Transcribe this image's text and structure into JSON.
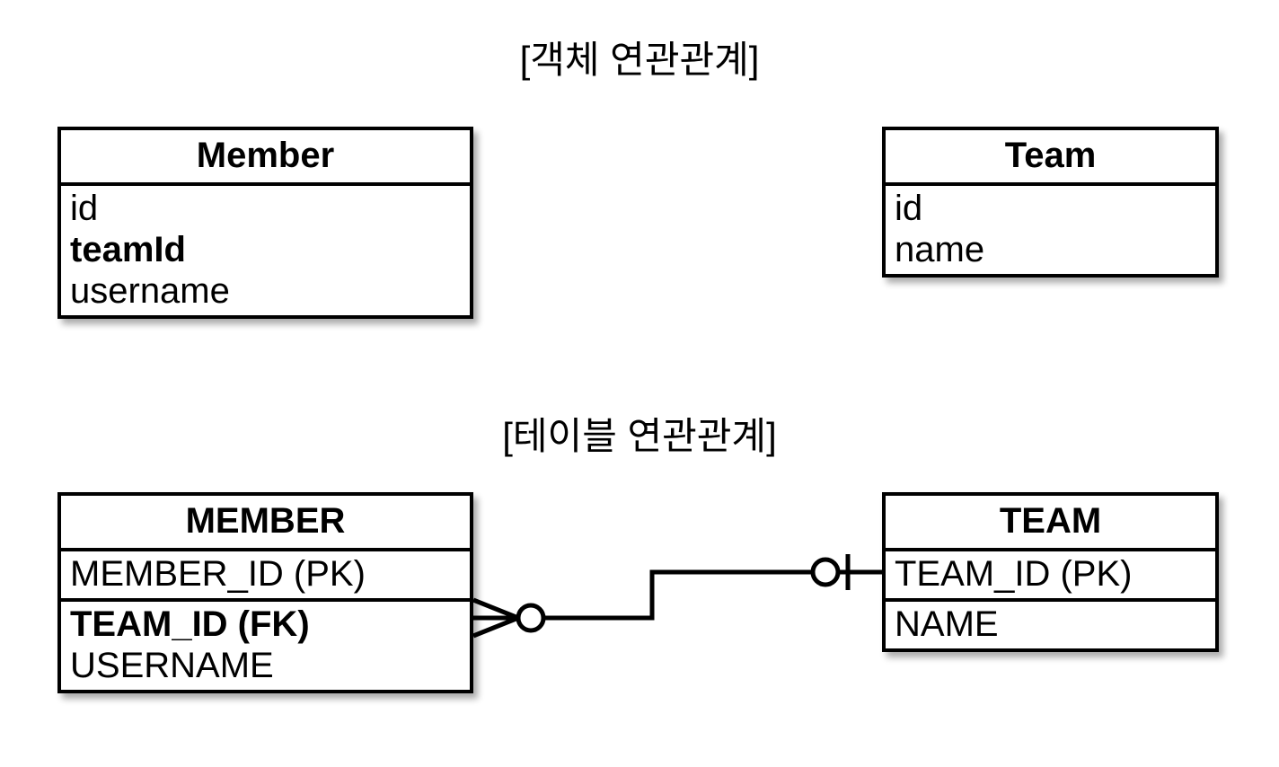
{
  "diagram": {
    "background": "#ffffff",
    "line_color": "#000000",
    "sections": [
      {
        "caption": "[객체 연관관계]",
        "entities": [
          {
            "name": "Member",
            "groups": [
              [
                "id",
                "teamId",
                "username"
              ]
            ],
            "bold_attributes": [
              "teamId"
            ]
          },
          {
            "name": "Team",
            "groups": [
              [
                "id",
                "name"
              ]
            ],
            "bold_attributes": []
          }
        ]
      },
      {
        "caption": "[테이블 연관관계]",
        "entities": [
          {
            "name": "MEMBER",
            "groups": [
              [
                "MEMBER_ID (PK)"
              ],
              [
                "TEAM_ID (FK)",
                "USERNAME"
              ]
            ],
            "bold_attributes": [
              "TEAM_ID (FK)"
            ]
          },
          {
            "name": "TEAM",
            "groups": [
              [
                "TEAM_ID (PK)"
              ],
              [
                "NAME"
              ]
            ],
            "bold_attributes": []
          }
        ],
        "relationship": {
          "from": "MEMBER.TEAM_ID (FK)",
          "to": "TEAM.TEAM_ID (PK)",
          "from_cardinality": "zero-or-many",
          "to_cardinality": "zero-or-one",
          "notation": "crows-foot"
        }
      }
    ],
    "object_section": {
      "caption": "[객체 연관관계]",
      "member": {
        "title": "Member",
        "attr_id": "id",
        "attr_teamid": "teamId",
        "attr_username": "username"
      },
      "team": {
        "title": "Team",
        "attr_id": "id",
        "attr_name": "name"
      }
    },
    "table_section": {
      "caption": "[테이블 연관관계]",
      "member": {
        "title": "MEMBER",
        "attr_member_id": "MEMBER_ID (PK)",
        "attr_team_id": "TEAM_ID (FK)",
        "attr_username": "USERNAME"
      },
      "team": {
        "title": "TEAM",
        "attr_team_id": "TEAM_ID (PK)",
        "attr_name": "NAME"
      }
    }
  }
}
